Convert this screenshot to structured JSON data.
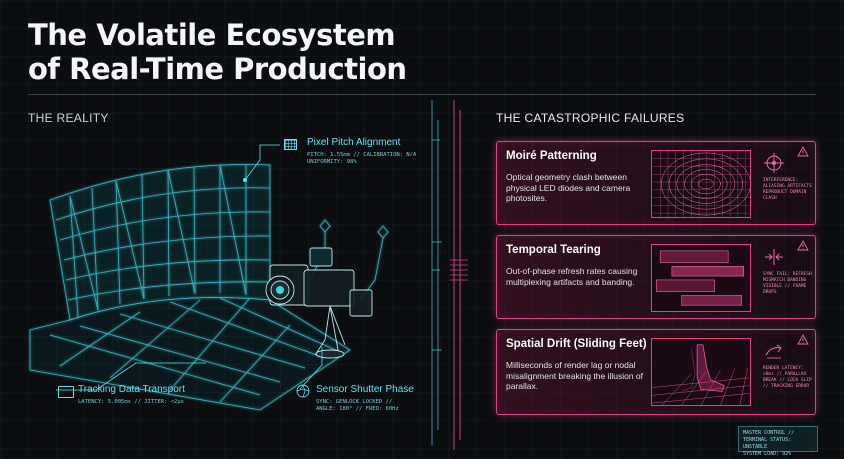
{
  "title_line1": "The Volatile Ecosystem",
  "title_line2": "of Real-Time Production",
  "left_section": {
    "label": "THE REALITY",
    "callouts": {
      "pixel_pitch": {
        "title": "Pixel Pitch Alignment",
        "sub1": "PITCH: 1.55mm // CALIBRATION: N/A",
        "sub2": "UNIFORMITY: 98%"
      },
      "tracking": {
        "title": "Tracking Data Transport",
        "sub1": "LATENCY: 5.005ms // JITTER: <2µs"
      },
      "sensor": {
        "title": "Sensor Shutter Phase",
        "sub1": "SYNC: GENLOCK LOCKED //",
        "sub2": "ANGLE: 180° // FREQ: 60Hz"
      }
    }
  },
  "right_section": {
    "label": "THE CATASTROPHIC FAILURES",
    "cards": [
      {
        "title": "Moiré Patterning",
        "desc": "Optical geometry clash between physical LED diodes and camera photosites.",
        "note": "INTERFERENCE: ALIASING ARTIFACTS REPRODUCT DOMAIN CLASH",
        "icon": "crosshair-icon"
      },
      {
        "title": "Temporal Tearing",
        "desc": "Out-of-phase refresh rates causing multiplexing artifacts and banding.",
        "note": "SYNC FAIL: REFRESH MISMATCH BANDING VISIBLE // FRAME DROPS",
        "icon": "split-arrows-icon"
      },
      {
        "title": "Spatial Drift (Sliding Feet)",
        "desc": "Milliseconds of render lag or nodal misalignment breaking the illusion of parallax.",
        "note": "RENDER LATENCY: >8ms // PARALLAX BREAK // LOCK SLIP // TRACKING ERROR",
        "icon": "foot-slide-icon"
      }
    ]
  },
  "status": {
    "line1": "MASTER CONTROL //",
    "line2": "TERMINAL STATUS: UNSTABLE",
    "line3": "SYSTEM LOAD: 92%"
  },
  "colors": {
    "accent_cyan": "#5fe3f0",
    "accent_pink": "#e53c86",
    "background": "#0b0d10"
  }
}
